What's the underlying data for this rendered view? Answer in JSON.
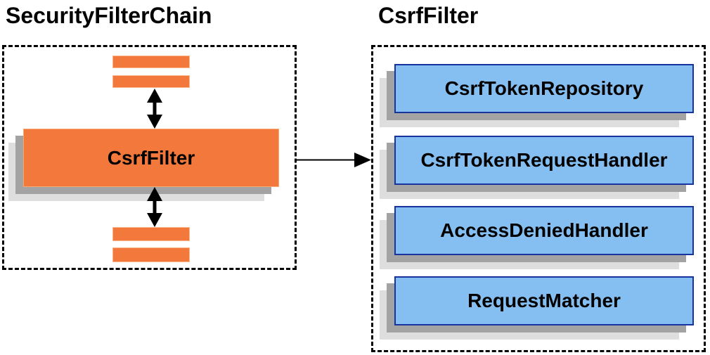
{
  "diagram": {
    "left_panel": {
      "title": "SecurityFilterChain",
      "filter_box_label": "CsrfFilter",
      "other_filter_bars_count": 4
    },
    "right_panel": {
      "title": "CsrfFilter",
      "components": [
        "CsrfTokenRepository",
        "CsrfTokenRequestHandler",
        "AccessDeniedHandler",
        "RequestMatcher"
      ]
    },
    "colors": {
      "orange_fill": "#f3783c",
      "orange_border_highlight": "#f9a774",
      "blue_fill": "#85bff2",
      "blue_border": "#17339e",
      "shadow_dark": "#a3a3a3",
      "shadow_light": "#dedede",
      "arrow": "#000000",
      "dashed_border": "#000000",
      "text": "#000000",
      "background": "#ffffff"
    }
  }
}
